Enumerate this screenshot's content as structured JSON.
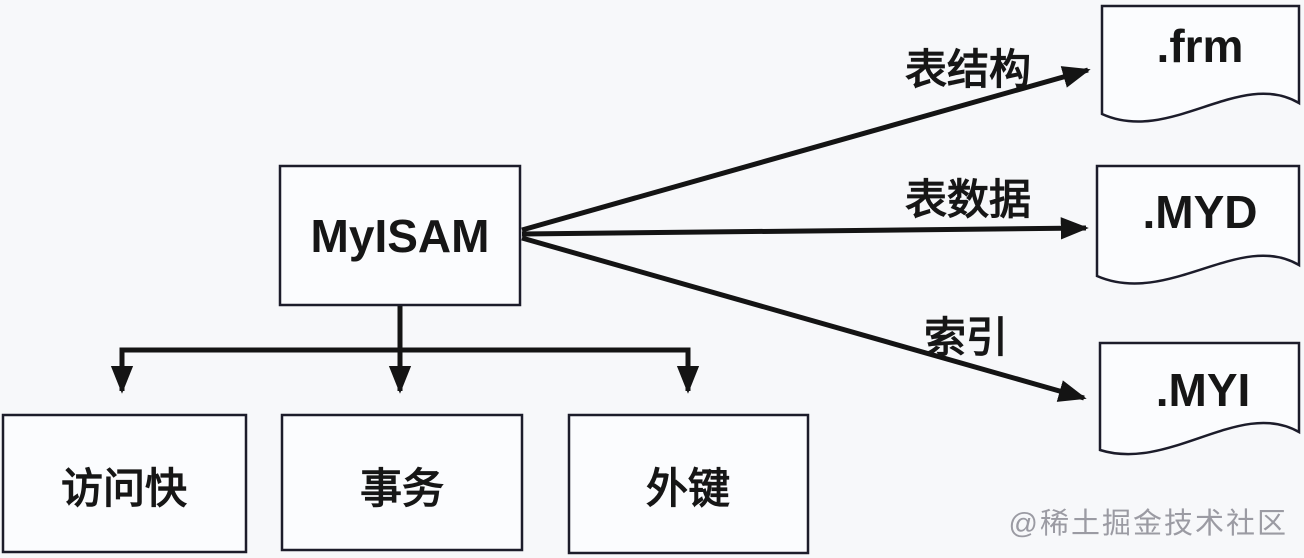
{
  "diagram": {
    "type": "flowchart",
    "topic": "MyISAM storage engine files and features",
    "root_node": {
      "label": "MyISAM"
    },
    "file_outputs": [
      {
        "edge_label": "表结构",
        "file_label": ".frm"
      },
      {
        "edge_label": "表数据",
        "file_label": ".MYD"
      },
      {
        "edge_label": "索引",
        "file_label": ".MYI"
      }
    ],
    "feature_nodes": [
      {
        "label": "访问快"
      },
      {
        "label": "事务"
      },
      {
        "label": "外键"
      }
    ],
    "watermark": "@稀土掘金技术社区",
    "colors": {
      "background": "#f7f8fa",
      "node_fill": "#fbfcfe",
      "node_border": "#1c1c2a",
      "connector": "#141414",
      "watermark_text": "#9b9ba3"
    }
  }
}
